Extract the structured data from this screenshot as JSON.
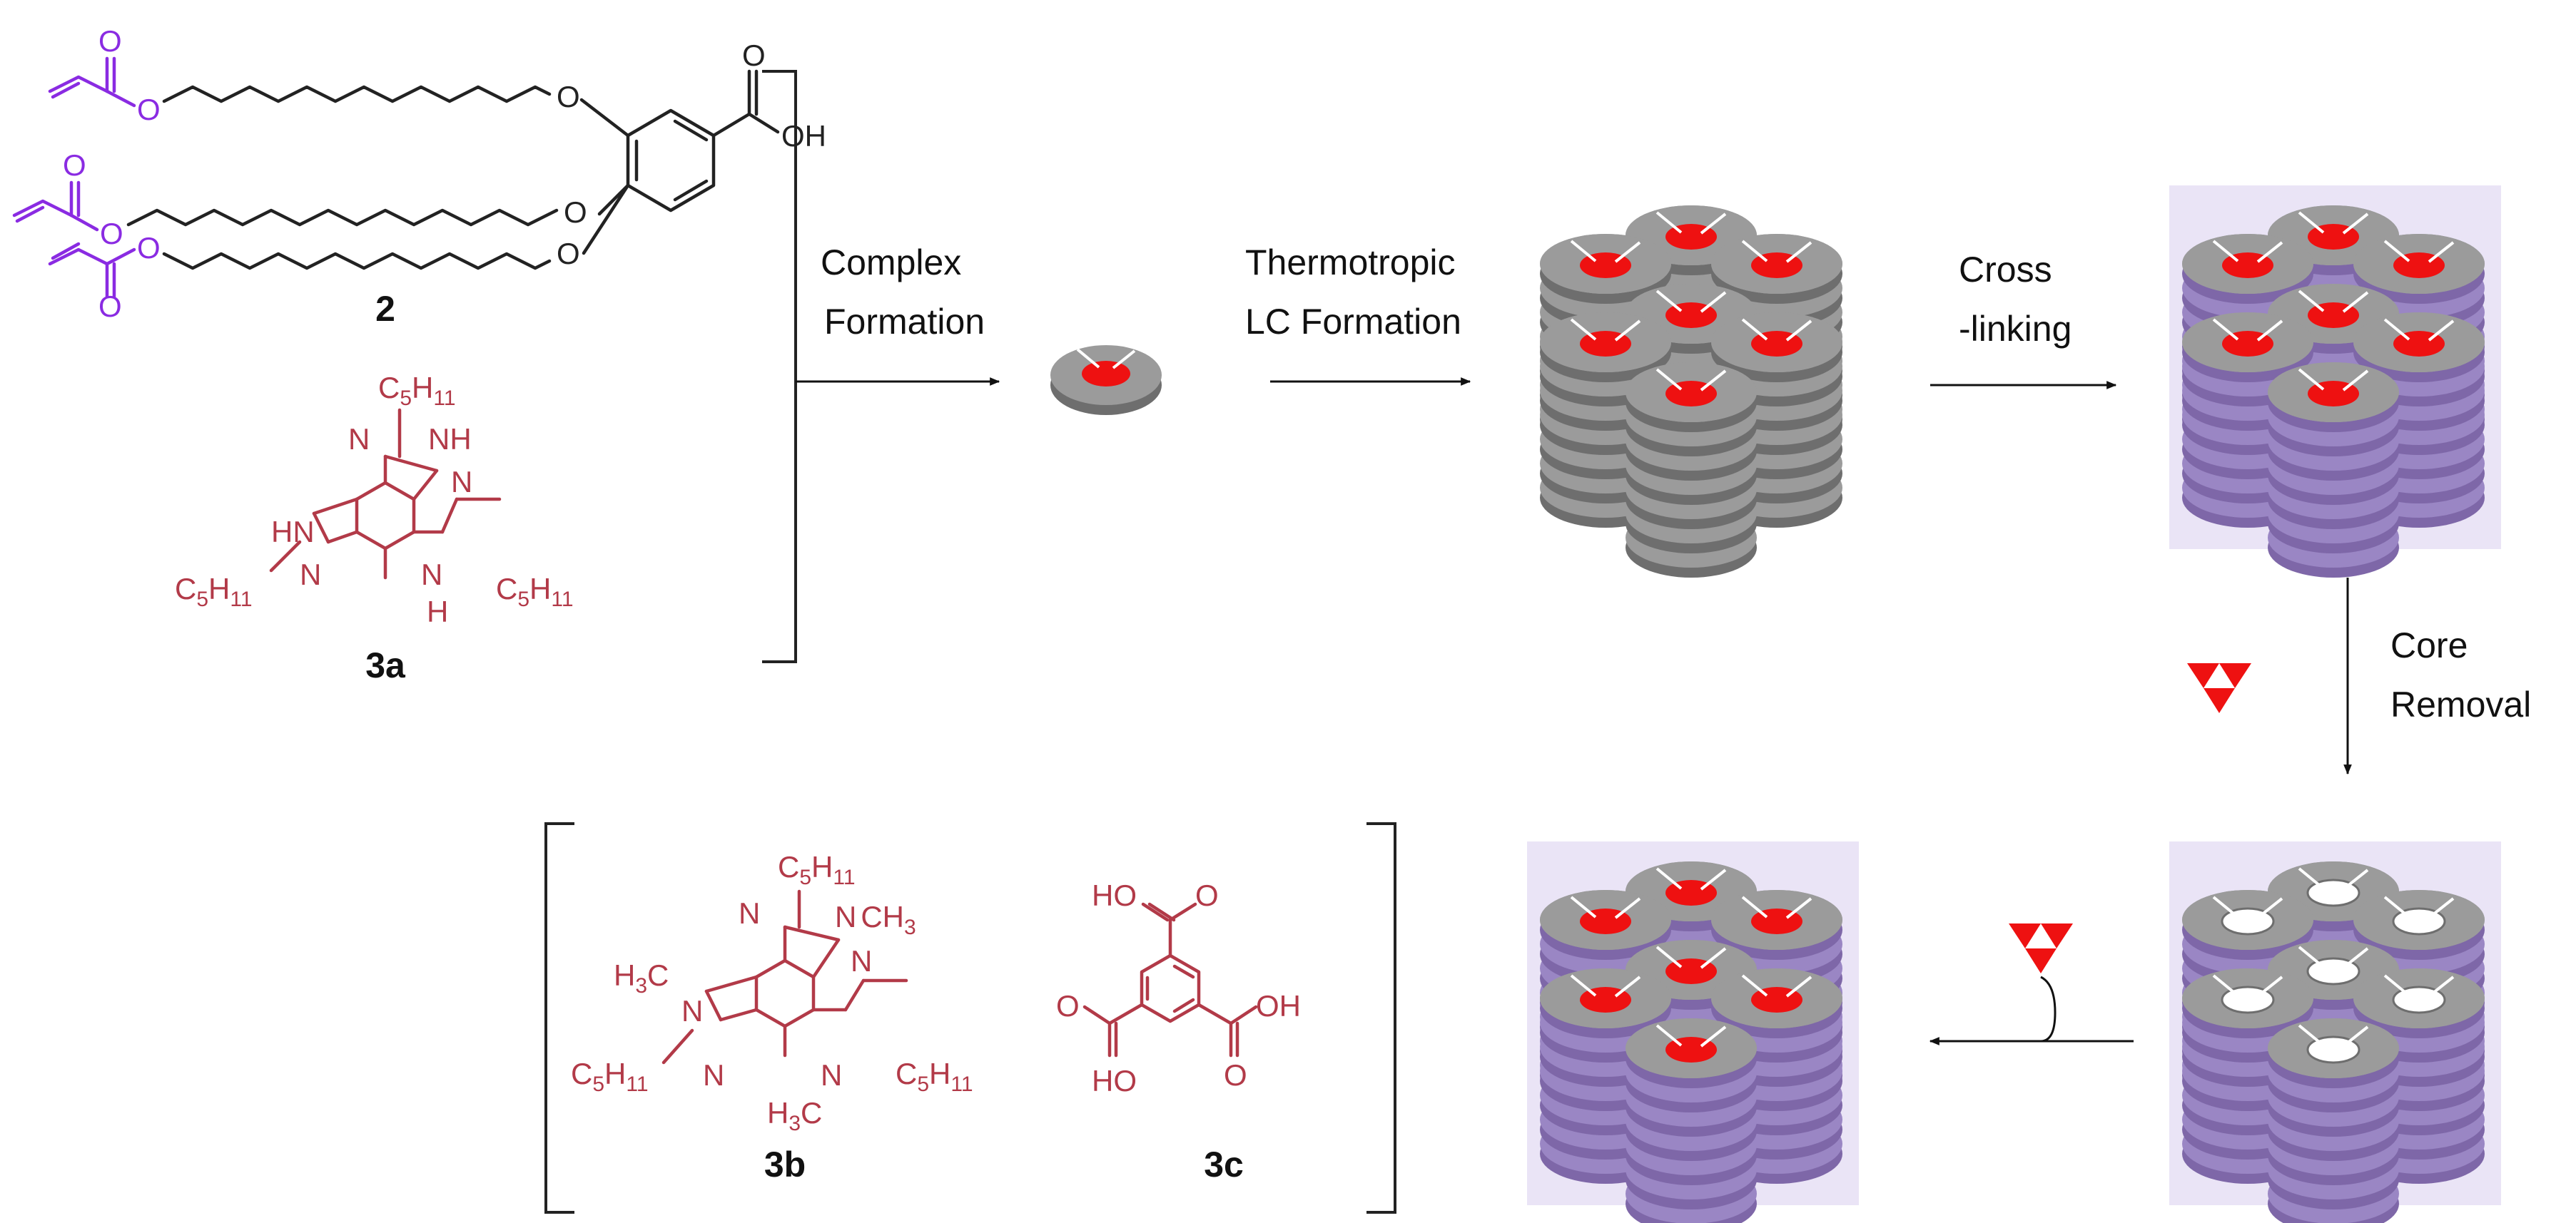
{
  "colors": {
    "acrylate": "#8a2be2",
    "core": "#b23a48",
    "bond": "#222222",
    "disk": "#9b9b9b",
    "disk_dark": "#6e6e6e",
    "core_red": "#ee1111",
    "polymer": "#7e67a8",
    "polymer_tint": "#d8cdee"
  },
  "compounds": {
    "c2": {
      "label": "2",
      "acid": "OH",
      "ether_o": "O",
      "carbonyl_o": "O"
    },
    "c3a": {
      "label": "3a",
      "nh": "NH",
      "hn": "HN",
      "n": "N",
      "h": "H",
      "sub_main": "C",
      "sub_5": "5",
      "sub_h": "H",
      "sub_11": "11"
    },
    "c3b": {
      "label": "3b",
      "n": "N",
      "nch3": "N",
      "ch3": "CH",
      "ch3_sub": "3",
      "h3c": "H",
      "h3c_sub": "3",
      "h3c_c": "C",
      "sub_main": "C",
      "sub_5": "5",
      "sub_h": "H",
      "sub_11": "11"
    },
    "c3c": {
      "label": "3c",
      "ho": "HO",
      "oh": "OH",
      "o": "O"
    }
  },
  "steps": {
    "complex_line1": "Complex",
    "complex_line2": "Formation",
    "thermo_line1": "Thermotropic",
    "thermo_line2": "LC Formation",
    "cross_line1": "Cross",
    "cross_line2": "-linking",
    "core_line1": "Core",
    "core_line2": "Removal"
  }
}
